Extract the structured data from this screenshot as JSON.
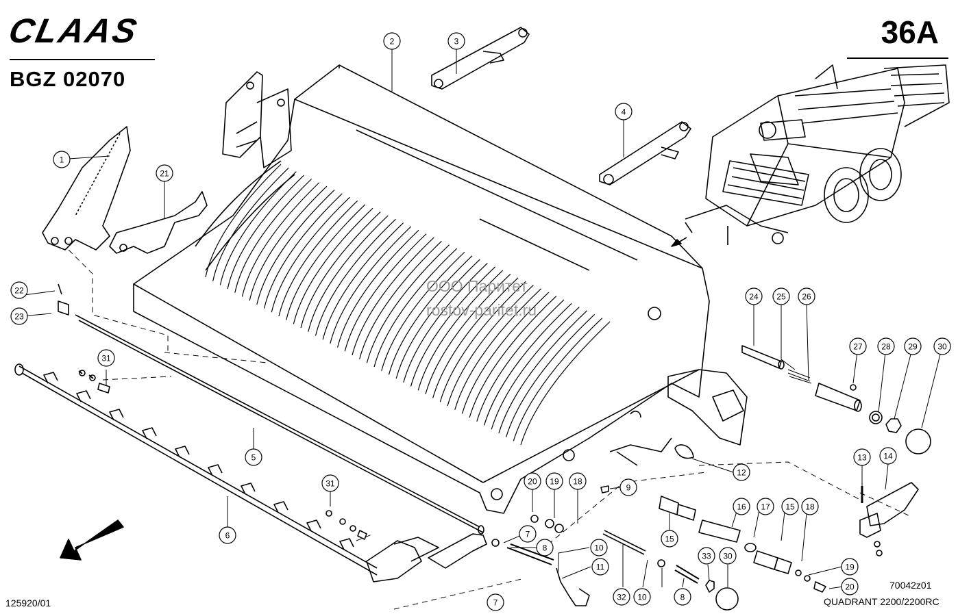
{
  "header": {
    "brand": "CLAAS",
    "page_number": "36A",
    "group_code": "BGZ 02070"
  },
  "watermark": {
    "line1": "ООО Паритет",
    "line2": "rostov-paritet.ru"
  },
  "footer": {
    "doc_ref": "125920/01",
    "figure_code": "70042z01",
    "model": "QUADRANT 2200/2200RC"
  },
  "callouts": [
    "1",
    "2",
    "3",
    "4",
    "5",
    "6",
    "7",
    "7",
    "8",
    "8",
    "9",
    "10",
    "10",
    "11",
    "12",
    "13",
    "14",
    "15",
    "15",
    "16",
    "17",
    "18",
    "18",
    "19",
    "19",
    "20",
    "20",
    "21",
    "22",
    "23",
    "24",
    "25",
    "26",
    "27",
    "28",
    "29",
    "30",
    "30",
    "31",
    "31",
    "32",
    "33"
  ]
}
